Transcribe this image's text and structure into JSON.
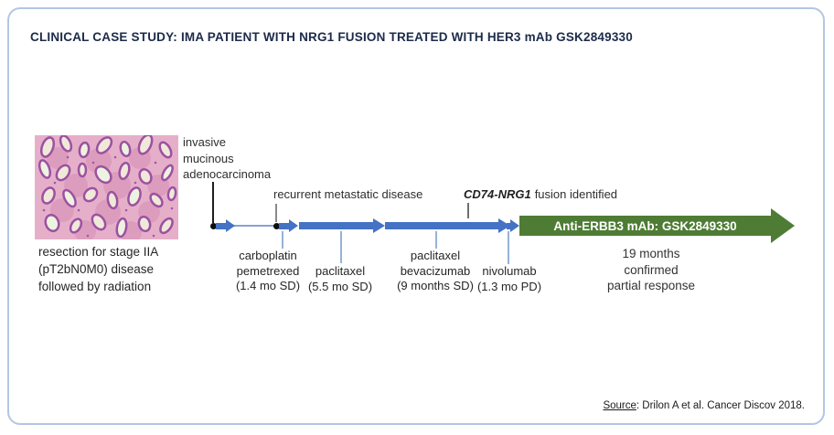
{
  "colors": {
    "accent_blue": "#4472c4",
    "therapy_green": "#4e7c34",
    "title_navy": "#1c2b4a",
    "card_border": "#b3c6e3"
  },
  "header": {
    "title": "CLINICAL CASE STUDY: IMA PATIENT WITH NRG1 FUSION TREATED WITH HER3 mAb GSK2849330"
  },
  "specimen": {
    "caption_lines": [
      "resection for stage IIA",
      "(pT2bN0M0) disease",
      "followed by radiation"
    ]
  },
  "timeline": {
    "milestone1_lines": [
      "invasive",
      "mucinous",
      "adenocarcinoma"
    ],
    "milestone2": "recurrent metastatic disease",
    "milestone3_gene": "CD74-NRG1",
    "milestone3_rest": "fusion identified",
    "treatments": [
      {
        "lines": [
          "carboplatin",
          "pemetrexed",
          "(1.4 mo SD)"
        ]
      },
      {
        "lines": [
          "paclitaxel",
          "(5.5 mo SD)"
        ]
      },
      {
        "lines": [
          "paclitaxel",
          "bevacizumab",
          "(9 months SD)"
        ]
      },
      {
        "lines": [
          "nivolumab",
          "(1.3 mo PD)"
        ]
      }
    ],
    "therapy_arrow_label": "Anti-ERBB3 mAb: GSK2849330",
    "outcome_lines": [
      "19 months",
      "confirmed",
      "partial response"
    ]
  },
  "footer": {
    "source_label": "Source",
    "source_text": ": Drilon A et al. Cancer Discov 2018."
  }
}
